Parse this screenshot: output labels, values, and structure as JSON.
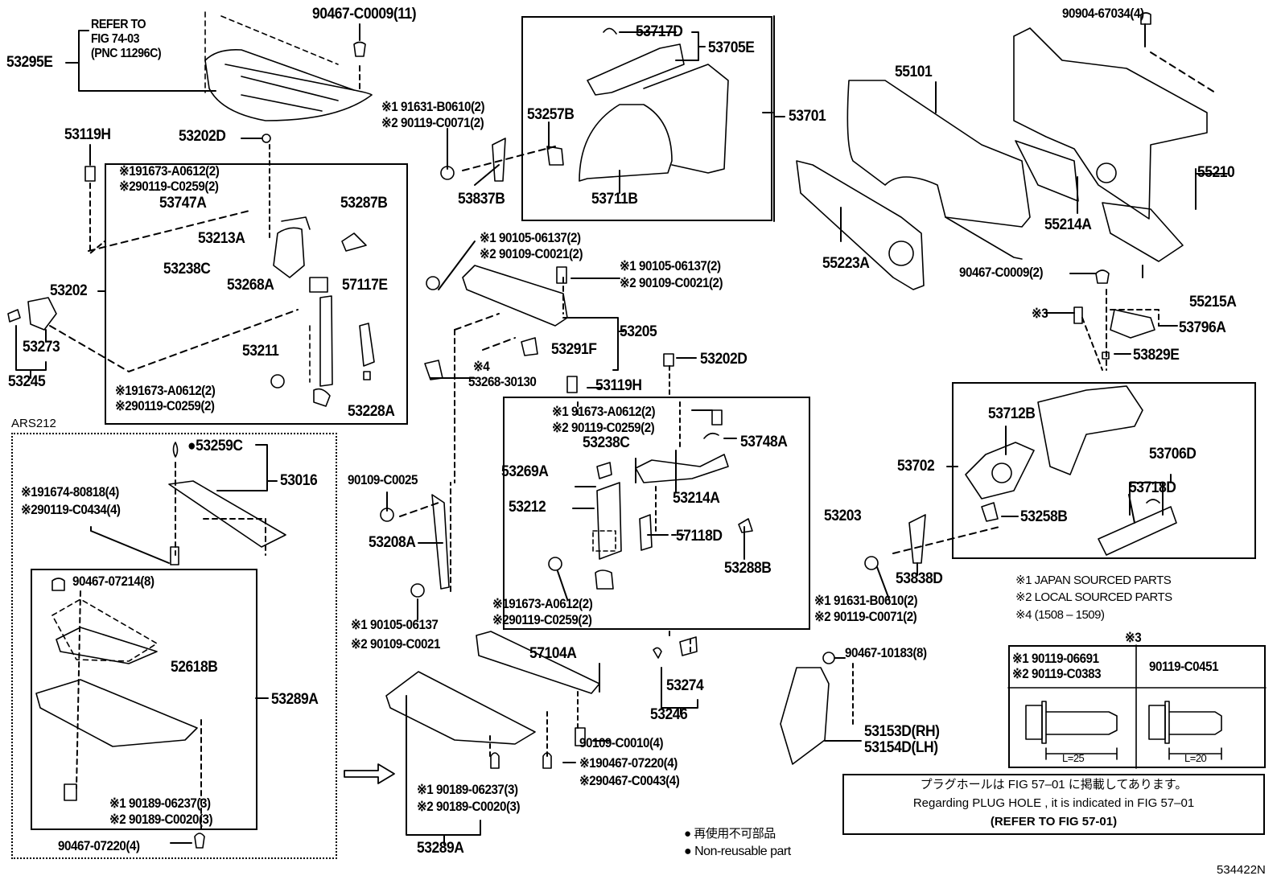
{
  "figure": {
    "id": "534422N",
    "refer_note": [
      "REFER TO",
      "FIG 74-03",
      "(PNC 11296C)"
    ],
    "variant_label": "ARS212"
  },
  "legend": {
    "mark1": "※1 JAPAN SOURCED PARTS",
    "mark2": "※2 LOCAL SOURCED PARTS",
    "mark4": "※4 (1508 – 1509)",
    "nonreusable_jp": "再使用不可部品",
    "nonreusable_en": "Non-reusable part",
    "nonreusable_symbol": "●"
  },
  "info_box": {
    "line_jp": "プラグホールは FIG 57–01 に掲載してあります。",
    "line_en": "Regarding  PLUG  HOLE , it is indicated in FIG  57–01",
    "line_ref": "(REFER TO FIG 57-01)"
  },
  "bolt_table": {
    "title": "※3",
    "col1_line1": "※1 90119-06691",
    "col1_line2": "※2 90119-C0383",
    "col2": "90119-C0451",
    "col1_length": "L=25",
    "col2_length": "L=20"
  },
  "labels": [
    {
      "id": "53295E",
      "text": "53295E"
    },
    {
      "id": "90467-C0009-11",
      "text": "90467-C0009(11)"
    },
    {
      "id": "53119H-a",
      "text": "53119H"
    },
    {
      "id": "53202D-a",
      "text": "53202D"
    },
    {
      "id": "k1-91673-A0612-a",
      "text": "※191673-A0612(2)"
    },
    {
      "id": "k2-90119-C0259-a",
      "text": "※290119-C0259(2)"
    },
    {
      "id": "53747A",
      "text": "53747A"
    },
    {
      "id": "53287B",
      "text": "53287B"
    },
    {
      "id": "53213A",
      "text": "53213A"
    },
    {
      "id": "53238C-a",
      "text": "53238C"
    },
    {
      "id": "53268A",
      "text": "53268A"
    },
    {
      "id": "57117E",
      "text": "57117E"
    },
    {
      "id": "53202",
      "text": "53202"
    },
    {
      "id": "53211",
      "text": "53211"
    },
    {
      "id": "53273",
      "text": "53273"
    },
    {
      "id": "53245",
      "text": "53245"
    },
    {
      "id": "k1-91673-A0612-b",
      "text": "※191673-A0612(2)"
    },
    {
      "id": "k2-90119-C0259-b",
      "text": "※290119-C0259(2)"
    },
    {
      "id": "53228A",
      "text": "53228A"
    },
    {
      "id": "53259C",
      "text": "●53259C"
    },
    {
      "id": "53016",
      "text": "53016"
    },
    {
      "id": "k1-91674-80818",
      "text": "※191674-80818(4)"
    },
    {
      "id": "k2-90119-C0434",
      "text": "※290119-C0434(4)"
    },
    {
      "id": "90467-07214",
      "text": "90467-07214(8)"
    },
    {
      "id": "52618B",
      "text": "52618B"
    },
    {
      "id": "53289A-a",
      "text": "53289A"
    },
    {
      "id": "k1-90189-06237-a",
      "text": "※1 90189-06237(3)"
    },
    {
      "id": "k2-90189-C0020-a",
      "text": "※2 90189-C0020(3)"
    },
    {
      "id": "90467-07220-a",
      "text": "90467-07220(4)"
    },
    {
      "id": "k1-91631-B0610-a",
      "text": "※1 91631-B0610(2)"
    },
    {
      "id": "k2-90119-C0071-a",
      "text": "※2 90119-C0071(2)"
    },
    {
      "id": "53257B",
      "text": "53257B"
    },
    {
      "id": "53837B",
      "text": "53837B"
    },
    {
      "id": "53717D",
      "text": "53717D"
    },
    {
      "id": "53705E",
      "text": "53705E"
    },
    {
      "id": "53701",
      "text": "53701"
    },
    {
      "id": "53711B",
      "text": "53711B"
    },
    {
      "id": "k1-90105-06137-a",
      "text": "※1 90105-06137(2)"
    },
    {
      "id": "k2-90109-C0021-a",
      "text": "※2 90109-C0021(2)"
    },
    {
      "id": "k1-90105-06137-b",
      "text": "※1 90105-06137(2)"
    },
    {
      "id": "k2-90109-C0021-b",
      "text": "※2 90109-C0021(2)"
    },
    {
      "id": "53205",
      "text": "53205"
    },
    {
      "id": "53291F",
      "text": "53291F"
    },
    {
      "id": "k4",
      "text": "※4"
    },
    {
      "id": "53268-30130",
      "text": "53268-30130"
    },
    {
      "id": "53119H-b",
      "text": "53119H"
    },
    {
      "id": "53202D-b",
      "text": "53202D"
    },
    {
      "id": "k1-91673-A0612-c",
      "text": "※1 91673-A0612(2)"
    },
    {
      "id": "k2-90119-C0259-c",
      "text": "※2 90119-C0259(2)"
    },
    {
      "id": "53238C-b",
      "text": "53238C"
    },
    {
      "id": "53748A",
      "text": "53748A"
    },
    {
      "id": "53269A",
      "text": "53269A"
    },
    {
      "id": "53214A",
      "text": "53214A"
    },
    {
      "id": "53212",
      "text": "53212"
    },
    {
      "id": "57118D",
      "text": "57118D"
    },
    {
      "id": "53203",
      "text": "53203"
    },
    {
      "id": "53288B",
      "text": "53288B"
    },
    {
      "id": "k1-91673-A0612-d",
      "text": "※191673-A0612(2)"
    },
    {
      "id": "k2-90119-C0259-d",
      "text": "※290119-C0259(2)"
    },
    {
      "id": "90109-C0025",
      "text": "90109-C0025"
    },
    {
      "id": "53208A",
      "text": "53208A"
    },
    {
      "id": "k1-90105-06137-c",
      "text": "※1 90105-06137"
    },
    {
      "id": "k2-90109-C0021-c",
      "text": "※2 90109-C0021"
    },
    {
      "id": "57104A",
      "text": "57104A"
    },
    {
      "id": "53274",
      "text": "53274"
    },
    {
      "id": "53246",
      "text": "53246"
    },
    {
      "id": "90109-C0010",
      "text": "90109-C0010(4)"
    },
    {
      "id": "k1-90467-07220",
      "text": "※190467-07220(4)"
    },
    {
      "id": "k2-90467-C0043",
      "text": "※290467-C0043(4)"
    },
    {
      "id": "k1-90189-06237-b",
      "text": "※1 90189-06237(3)"
    },
    {
      "id": "k2-90189-C0020-b",
      "text": "※2 90189-C0020(3)"
    },
    {
      "id": "53289A-b",
      "text": "53289A"
    },
    {
      "id": "90904-67034",
      "text": "90904-67034(4)"
    },
    {
      "id": "55101",
      "text": "55101"
    },
    {
      "id": "55210",
      "text": "55210"
    },
    {
      "id": "55214A",
      "text": "55214A"
    },
    {
      "id": "55223A",
      "text": "55223A"
    },
    {
      "id": "55215A",
      "text": "55215A"
    },
    {
      "id": "90467-C0009-2",
      "text": "90467-C0009(2)"
    },
    {
      "id": "k3",
      "text": "※3"
    },
    {
      "id": "53796A",
      "text": "53796A"
    },
    {
      "id": "53829E",
      "text": "53829E"
    },
    {
      "id": "53712B",
      "text": "53712B"
    },
    {
      "id": "53702",
      "text": "53702"
    },
    {
      "id": "53706D",
      "text": "53706D"
    },
    {
      "id": "53718D",
      "text": "53718D"
    },
    {
      "id": "53258B",
      "text": "53258B"
    },
    {
      "id": "53838D",
      "text": "53838D"
    },
    {
      "id": "k1-91631-B0610-b",
      "text": "※1 91631-B0610(2)"
    },
    {
      "id": "k2-90119-C0071-b",
      "text": "※2 90119-C0071(2)"
    },
    {
      "id": "90467-10183",
      "text": "90467-10183(8)"
    },
    {
      "id": "53153D",
      "text": "53153D(RH)"
    },
    {
      "id": "53154D",
      "text": "53154D(LH)"
    }
  ]
}
